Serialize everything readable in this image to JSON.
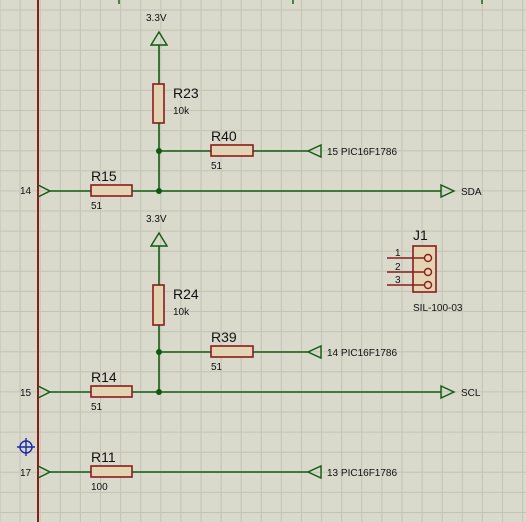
{
  "colors": {
    "background": "#d9d9cc",
    "grid": "#c4c4b5",
    "wire": "#0f5a10",
    "component_outline": "#8b1c1c",
    "component_fill": "#e3d4b4",
    "cursor": "#1a2aa8"
  },
  "power": {
    "top": "3.3V",
    "bottom": "3.3V"
  },
  "resistors": {
    "r23": {
      "ref": "R23",
      "value": "10k"
    },
    "r40": {
      "ref": "R40",
      "value": "51"
    },
    "r15": {
      "ref": "R15",
      "value": "51"
    },
    "r24": {
      "ref": "R24",
      "value": "10k"
    },
    "r39": {
      "ref": "R39",
      "value": "51"
    },
    "r14": {
      "ref": "R14",
      "value": "51"
    },
    "r11": {
      "ref": "R11",
      "value": "100"
    }
  },
  "terminals": {
    "t15_pic": "15 PIC16F1786",
    "sda": "SDA",
    "t14_pic": "14 PIC16F1786",
    "scl": "SCL",
    "t13_pic": "13 PIC16F1786"
  },
  "left_ports": {
    "p14": "14",
    "p15": "15",
    "p17": "17"
  },
  "connector": {
    "ref": "J1",
    "part": "SIL-100-03",
    "pins": [
      "1",
      "2",
      "3"
    ]
  }
}
